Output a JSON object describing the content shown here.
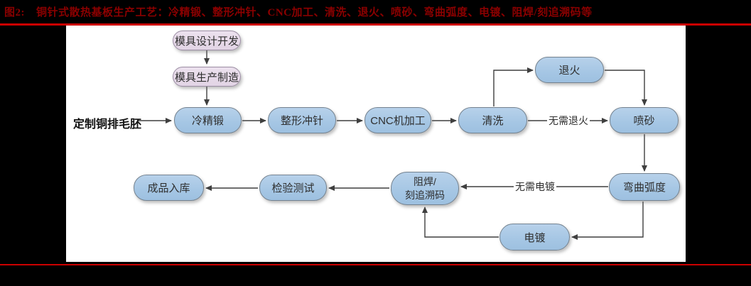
{
  "header": {
    "figure_label": "图2:",
    "title": "铜针式散热基板生产工艺：冷精锻、整形冲针、CNC加工、清洗、退火、喷砂、弯曲弧度、电镀、阻焊/刻追溯码等",
    "caption_color": "#8b0000",
    "rule_color": "#cc0000"
  },
  "flowchart": {
    "source_label": "定制铜排毛胚",
    "nodes": [
      {
        "id": "mold-design",
        "label": "模具设计开发",
        "type": "mold"
      },
      {
        "id": "mold-manufacture",
        "label": "模具生产制造",
        "type": "mold"
      },
      {
        "id": "cold-forging",
        "label": "冷精锻",
        "type": "process"
      },
      {
        "id": "shaping-punch",
        "label": "整形冲针",
        "type": "process"
      },
      {
        "id": "cnc-machining",
        "label": "CNC机加工",
        "type": "process"
      },
      {
        "id": "cleaning",
        "label": "清洗",
        "type": "process"
      },
      {
        "id": "annealing",
        "label": "退火",
        "type": "process"
      },
      {
        "id": "sandblasting",
        "label": "喷砂",
        "type": "process"
      },
      {
        "id": "bending-arc",
        "label": "弯曲弧度",
        "type": "process"
      },
      {
        "id": "electroplating",
        "label": "电镀",
        "type": "process"
      },
      {
        "id": "solder-mask-code",
        "label": "阻焊/",
        "label2": "刻追溯码",
        "type": "process"
      },
      {
        "id": "inspection",
        "label": "检验测试",
        "type": "process"
      },
      {
        "id": "warehousing",
        "label": "成品入库",
        "type": "process"
      }
    ],
    "edge_labels": [
      {
        "id": "no-annealing",
        "text": "无需退火"
      },
      {
        "id": "no-electroplating",
        "text": "无需电镀"
      }
    ],
    "colors": {
      "process_fill": "#a5c6e4",
      "mold_fill": "#e2d4e5",
      "node_border": "#7a7a7a",
      "arrow": "#3f3f3f",
      "panel_bg": "#ffffff",
      "page_bg": "#000000"
    }
  }
}
